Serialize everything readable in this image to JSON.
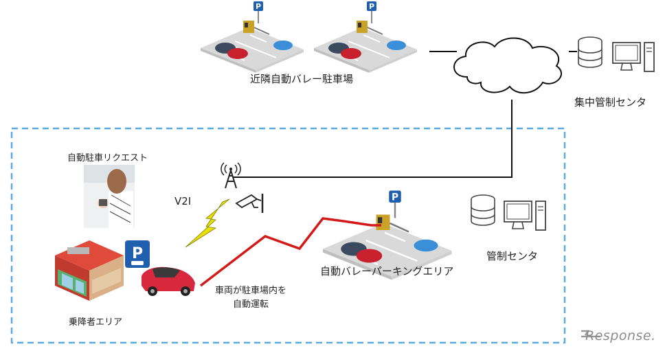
{
  "labels": {
    "nearby_valet_parking": "近隣自動バレー駐車場",
    "central_control_center": "集中管制センタ",
    "auto_parking_request": "自動駐車リクエスト",
    "v2i": "V2I",
    "control_center": "管制センタ",
    "valet_parking_area": "自動バレーパーキングエリア",
    "auto_drive_line1": "車両が駐車場内を",
    "auto_drive_line2": "自動運転",
    "passenger_area": "乗降者エリア"
  },
  "parking_sign": "P",
  "watermark": "Response.",
  "colors": {
    "area_border": "#5aa9e0",
    "route": "#d41919",
    "lightning": "#e8e000",
    "connection": "#111111",
    "car": "#d8283e"
  }
}
